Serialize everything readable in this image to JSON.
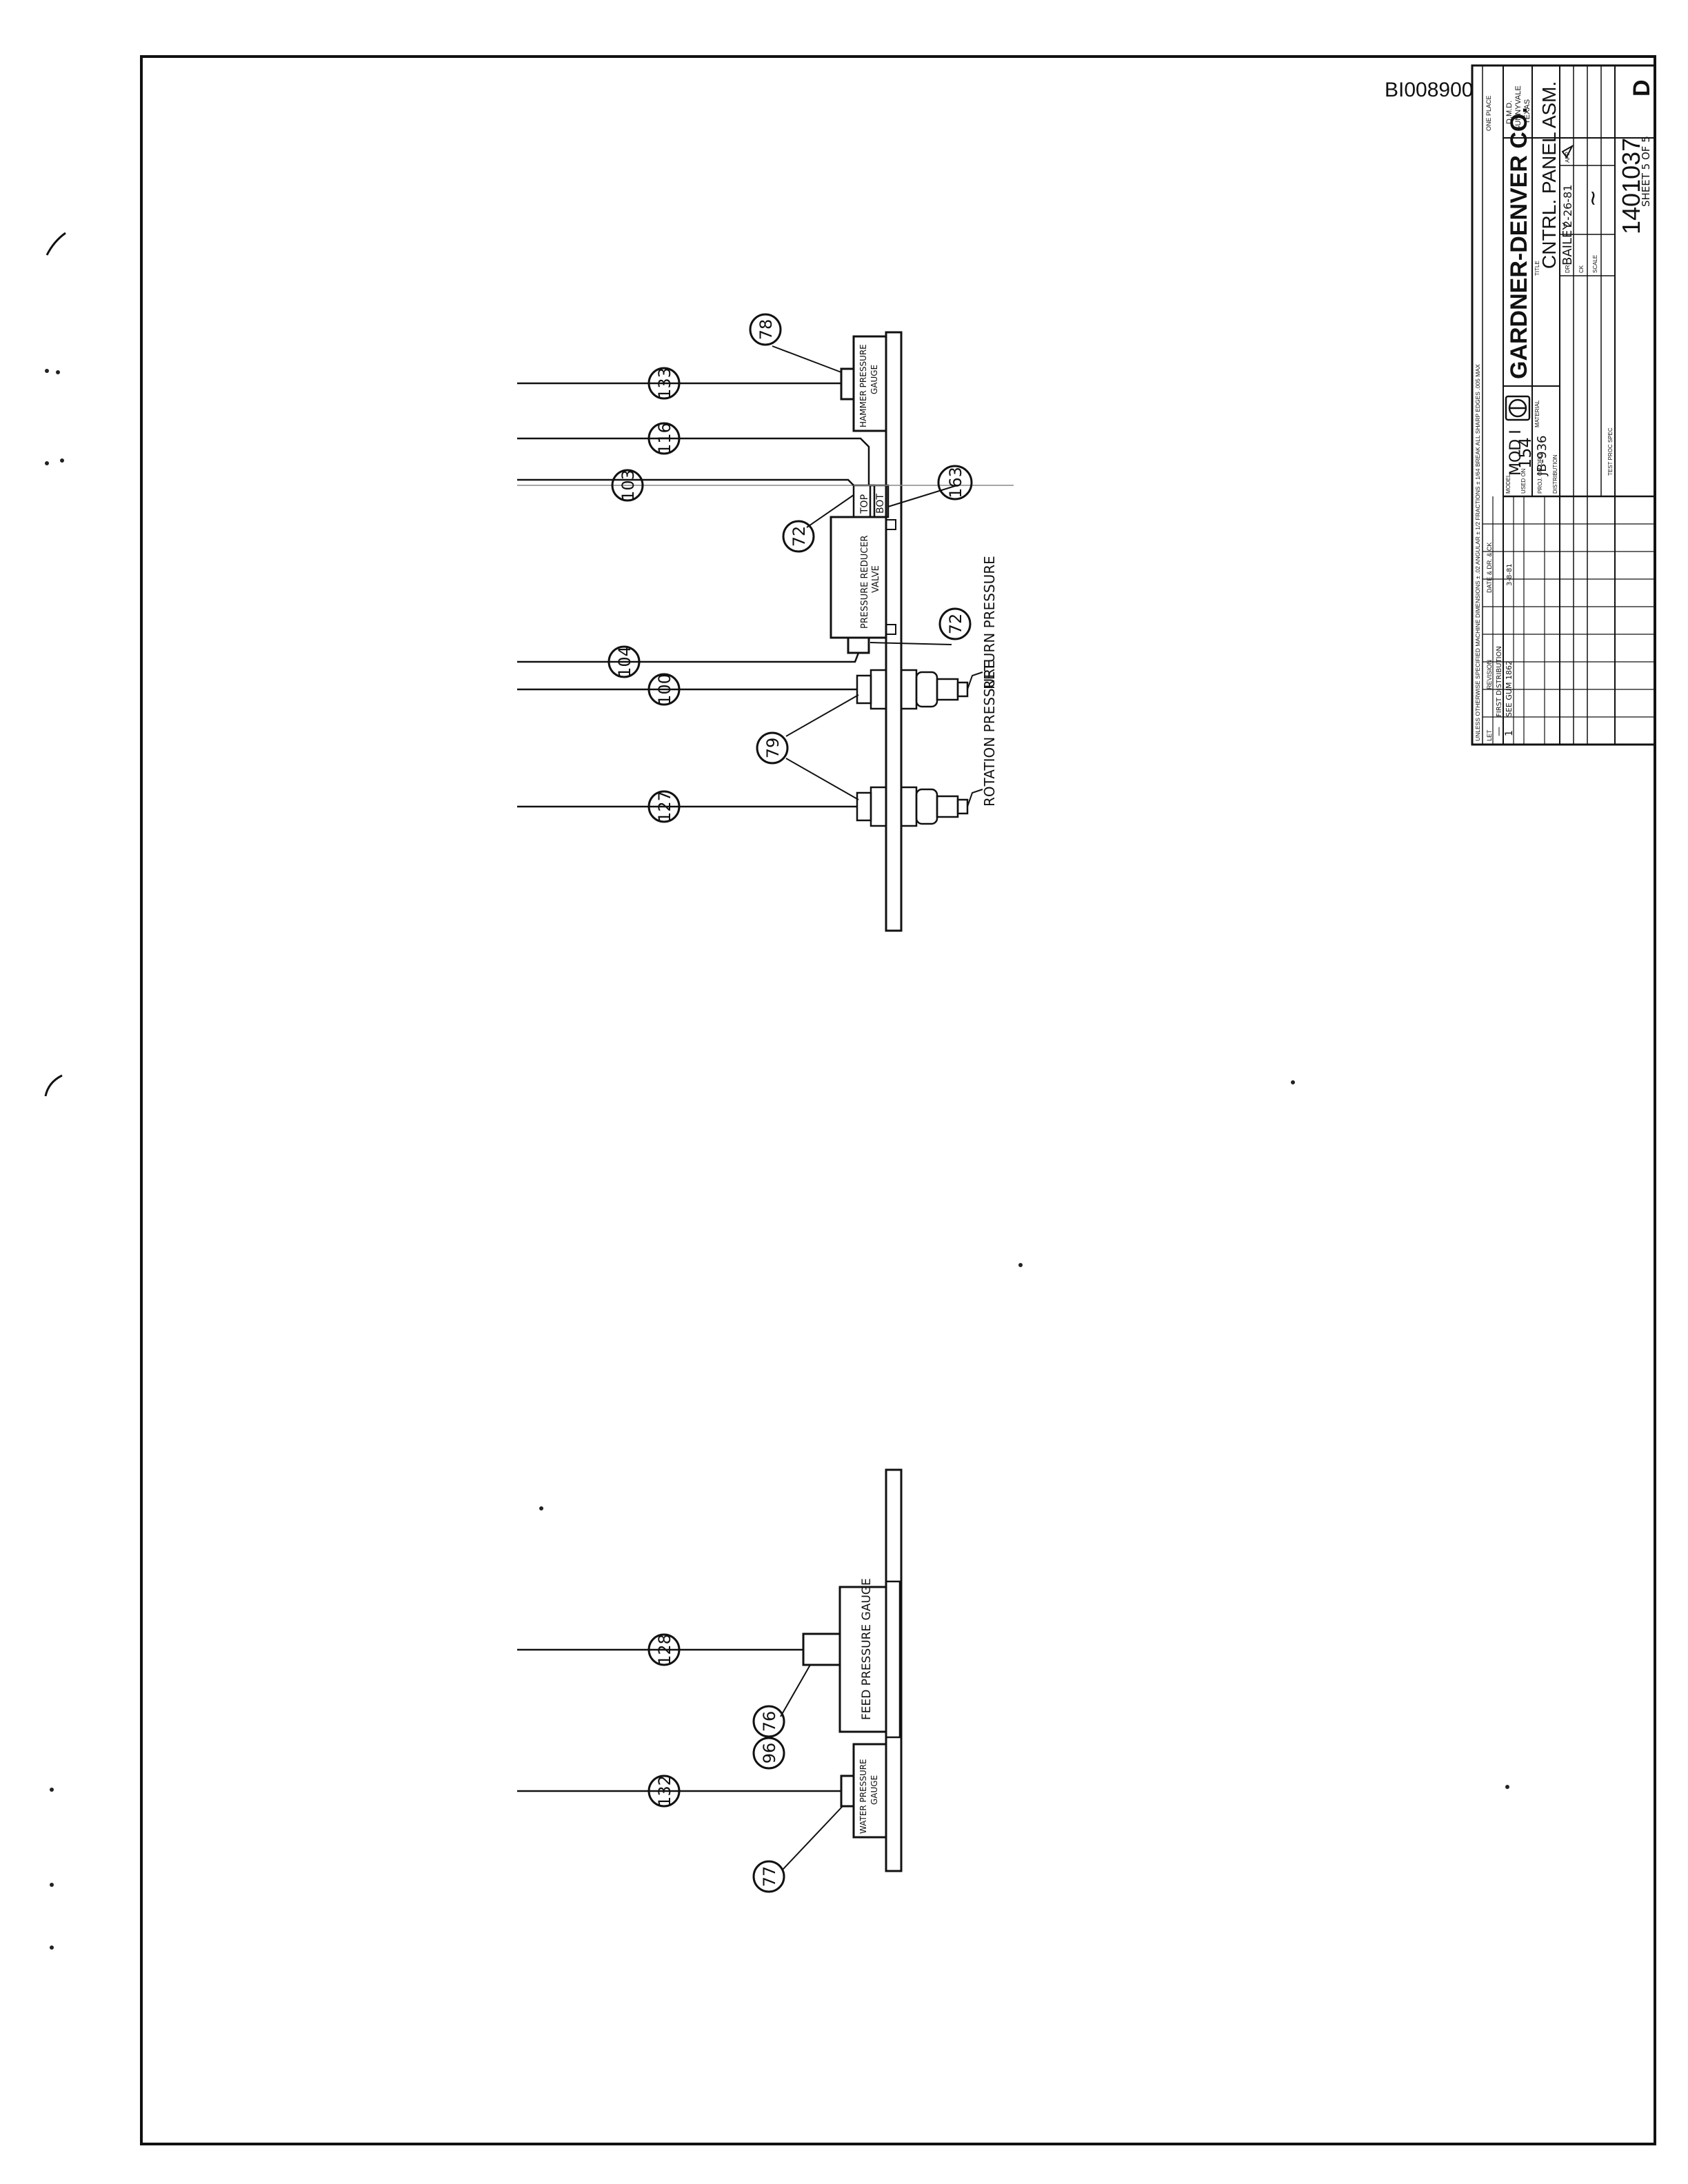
{
  "doc_id": "BI008900",
  "title_block": {
    "company": "GARDNER-DENVER CO.",
    "division": "D.M.D.",
    "location_line1": "SUNNYVALE",
    "location_line2": "TEXAS",
    "tolerance_note": "UNLESS OTHERWISE SPECIFIED MACHINE DIMENSIONS ± .02  ANGULAR ± 1/2  FRACTIONS ± 1/64  BREAK ALL SHARP EDGES .005 MAX",
    "one_place": "ONE PLACE",
    "revision_header": "REVISION",
    "ltr_header": "LET",
    "date_header": "DATE & DR. & CK",
    "rev1_ltr": "—",
    "rev1_text": "FIRST DISTRIBUTION",
    "rev1_date": "",
    "rev2_ltr": "1",
    "rev2_text": "SEE GUM 1862",
    "rev2_date": "3-8-81",
    "model_label": "MODEL",
    "model_value": "MOD I",
    "used_on_label": "USED ON",
    "used_on_value": "154",
    "proj_label": "PROJ. OR ORD",
    "proj_value": "JB-936",
    "material_label": "MATERIAL",
    "title_label": "TITLE",
    "drawing_title": "CNTRL. PANEL ASM.",
    "dr_label": "DR",
    "drawn_by": "BAILEY",
    "drawn_date": "2-26-81",
    "ck_label": "CK",
    "scale_label": "SCALE",
    "scale_value": "~",
    "app_label": "APP",
    "drawing_number": "1401037",
    "sheet_info": "SHEET 5 OF 5",
    "size_letter": "D",
    "test_spec": "TEST PROC SPEC",
    "distribution": "DISTRIBUTION"
  },
  "callouts_upper": [
    {
      "id": "133"
    },
    {
      "id": "78"
    },
    {
      "id": "116"
    },
    {
      "id": "103"
    },
    {
      "id": "72"
    },
    {
      "id": "163"
    },
    {
      "id": "72"
    },
    {
      "id": "104"
    },
    {
      "id": "100"
    },
    {
      "id": "79"
    },
    {
      "id": "127"
    }
  ],
  "callouts_lower": [
    {
      "id": "128"
    },
    {
      "id": "96"
    },
    {
      "id": "76"
    },
    {
      "id": "132"
    },
    {
      "id": "77"
    }
  ],
  "labels": {
    "hammer_gauge_1": "HAMMER PRESSURE",
    "hammer_gauge_2": "GAUGE",
    "top_port": "TOP",
    "bot_port": "BOT",
    "reducer_1": "PRESSURE REDUCER",
    "reducer_2": "VALVE",
    "return_pressure": "RETURN PRESSURE",
    "rotation_pressure": "ROTATION PRESSURE",
    "feed_gauge": "FEED PRESSURE GAUGE",
    "water_gauge_1": "WATER PRESSURE",
    "water_gauge_2": "GAUGE"
  }
}
